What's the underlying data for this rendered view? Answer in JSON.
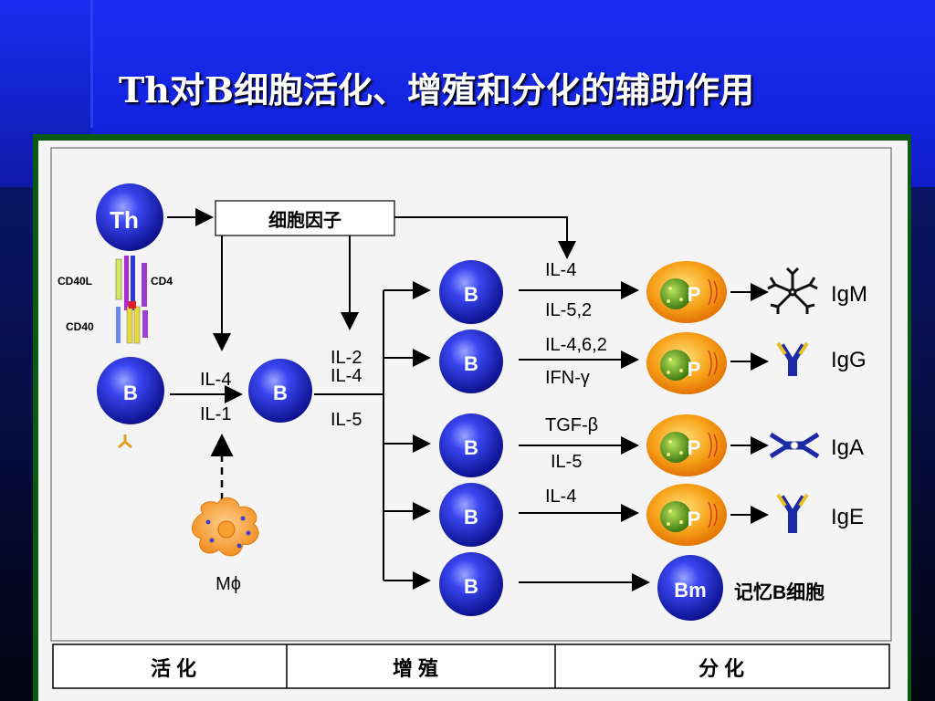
{
  "slide": {
    "title": "Th对B细胞活化、增殖和分化的辅助作用"
  },
  "diagram": {
    "cytokine_box": "细胞因子",
    "th_label": "Th",
    "b_label": "B",
    "plasma_label": "P",
    "memory_label": "Bm",
    "memory_text": "记忆B细胞",
    "macrophage_label": "Mϕ",
    "molecules": {
      "cd40l": "CD40L",
      "cd4": "CD4",
      "cd40": "CD40"
    },
    "activation_cytokines": [
      "IL-4",
      "IL-1"
    ],
    "proliferation_cytokines": [
      "IL-2",
      "IL-4",
      "IL-5"
    ],
    "branches": [
      {
        "top": "IL-4",
        "bottom": "IL-5,2",
        "ig": "IgM"
      },
      {
        "top": "IL-4,6,2",
        "bottom": "IFN-γ",
        "ig": "IgG"
      },
      {
        "top": "TGF-β",
        "bottom": "IL-5",
        "ig": "IgA"
      },
      {
        "top": "IL-4",
        "bottom": "",
        "ig": "IgE"
      }
    ],
    "stages": [
      "活  化",
      "增  殖",
      "分  化"
    ]
  },
  "colors": {
    "cell_blue": "#1f2bd8",
    "plasma_orange": "#f7a21a",
    "header_blue": "#1a2cf0"
  }
}
